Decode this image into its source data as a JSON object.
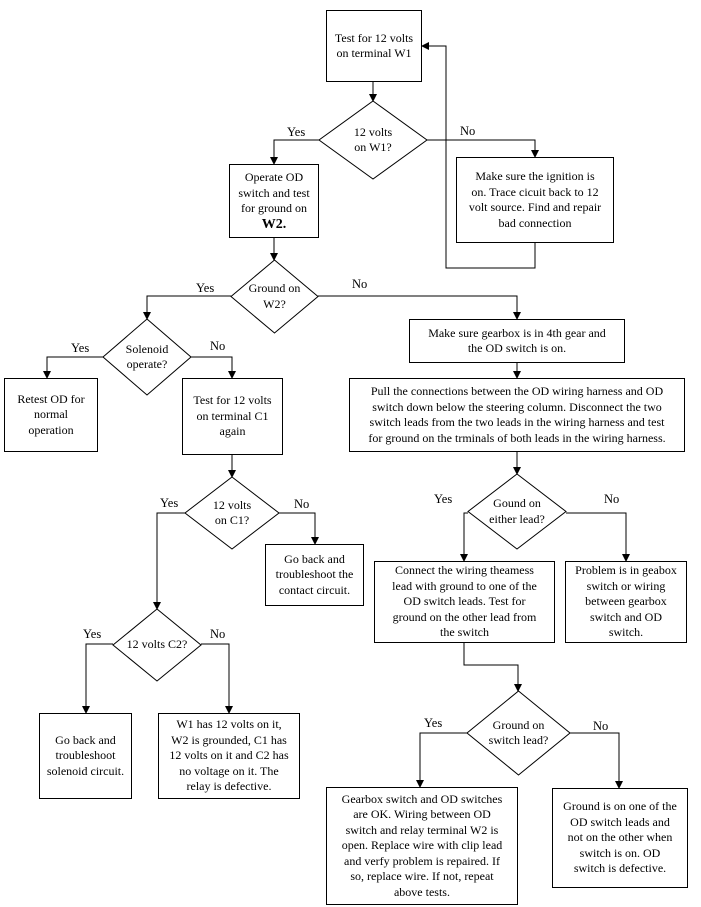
{
  "flowchart": {
    "nodes": {
      "test_w1": "Test for 12 volts\non terminal W1",
      "d_w1": "12 volts\non W1?",
      "ignition": "Make sure the ignition is\non. Trace cicuit back to 12\nvolt source.  Find and repair\nbad connection",
      "operate_od": "Operate OD\nswitch and test\nfor ground on",
      "operate_od_w2": "W2.",
      "d_ground_w2": "Ground on\nW2?",
      "gearbox_4th": "Make sure gearbox is in 4th gear and\nthe OD switch is on.",
      "pull_connections": "Pull the connections between the OD wiring harness and OD\nswitch down below the steering column.  Disconnect the two\nswitch leads from the two leads in the wiring harness and test\nfor ground on the trminals of both leads in the wiring harness.",
      "d_solenoid": "Solenoid\noperate?",
      "retest_od": "Retest OD for\nnormal\noperation",
      "test_c1": "Test for 12 volts\non terminal C1\nagain",
      "d_c1": "12 volts\non C1?",
      "contact_circuit": "Go back and\ntroubleshoot the\ncontact circuit.",
      "d_c2": "12 volts C2?",
      "solenoid_circuit": "Go back and\ntroubleshoot\nsolenoid circuit.",
      "relay_defective": "W1 has 12 volts on it,\nW2 is grounded, C1 has\n12 volts on it and C2 has\nno voltage on it.   The\nrelay is defective.",
      "d_either_lead": "Gound on\neither lead?",
      "connect_harness": "Connect the wiring theamess\nlead with ground to one of the\nOD switch leads.  Test for\nground on the other lead from\nthe switch",
      "problem_gearbox": "Problem is in geabox\nswitch or wiring\nbetween gearbox\nswitch and OD\nswitch.",
      "d_switch_lead": "Ground on\nswitch lead?",
      "switches_ok": "Gearbox switch and OD switches\nare OK. Wiring between OD\nswitch and relay terminal W2 is\nopen. Replace wire with clip lead\nand verfy problem is repaired.  If\nso, replace wire.  If not, repeat\nabove tests.",
      "od_defective": "Ground is on one of the\nOD switch leads and\nnot on the other when\nswitch is on.  OD\nswitch is defective."
    },
    "branch_labels": {
      "w1_yes": "Yes",
      "w1_no": "No",
      "w2_yes": "Yes",
      "w2_no": "No",
      "sol_yes": "Yes",
      "sol_no": "No",
      "c1_yes": "Yes",
      "c1_no": "No",
      "c2_yes": "Yes",
      "c2_no": "No",
      "either_yes": "Yes",
      "either_no": "No",
      "switch_yes": "Yes",
      "switch_no": "No"
    },
    "colors": {
      "line": "#000000",
      "background": "#ffffff"
    }
  }
}
